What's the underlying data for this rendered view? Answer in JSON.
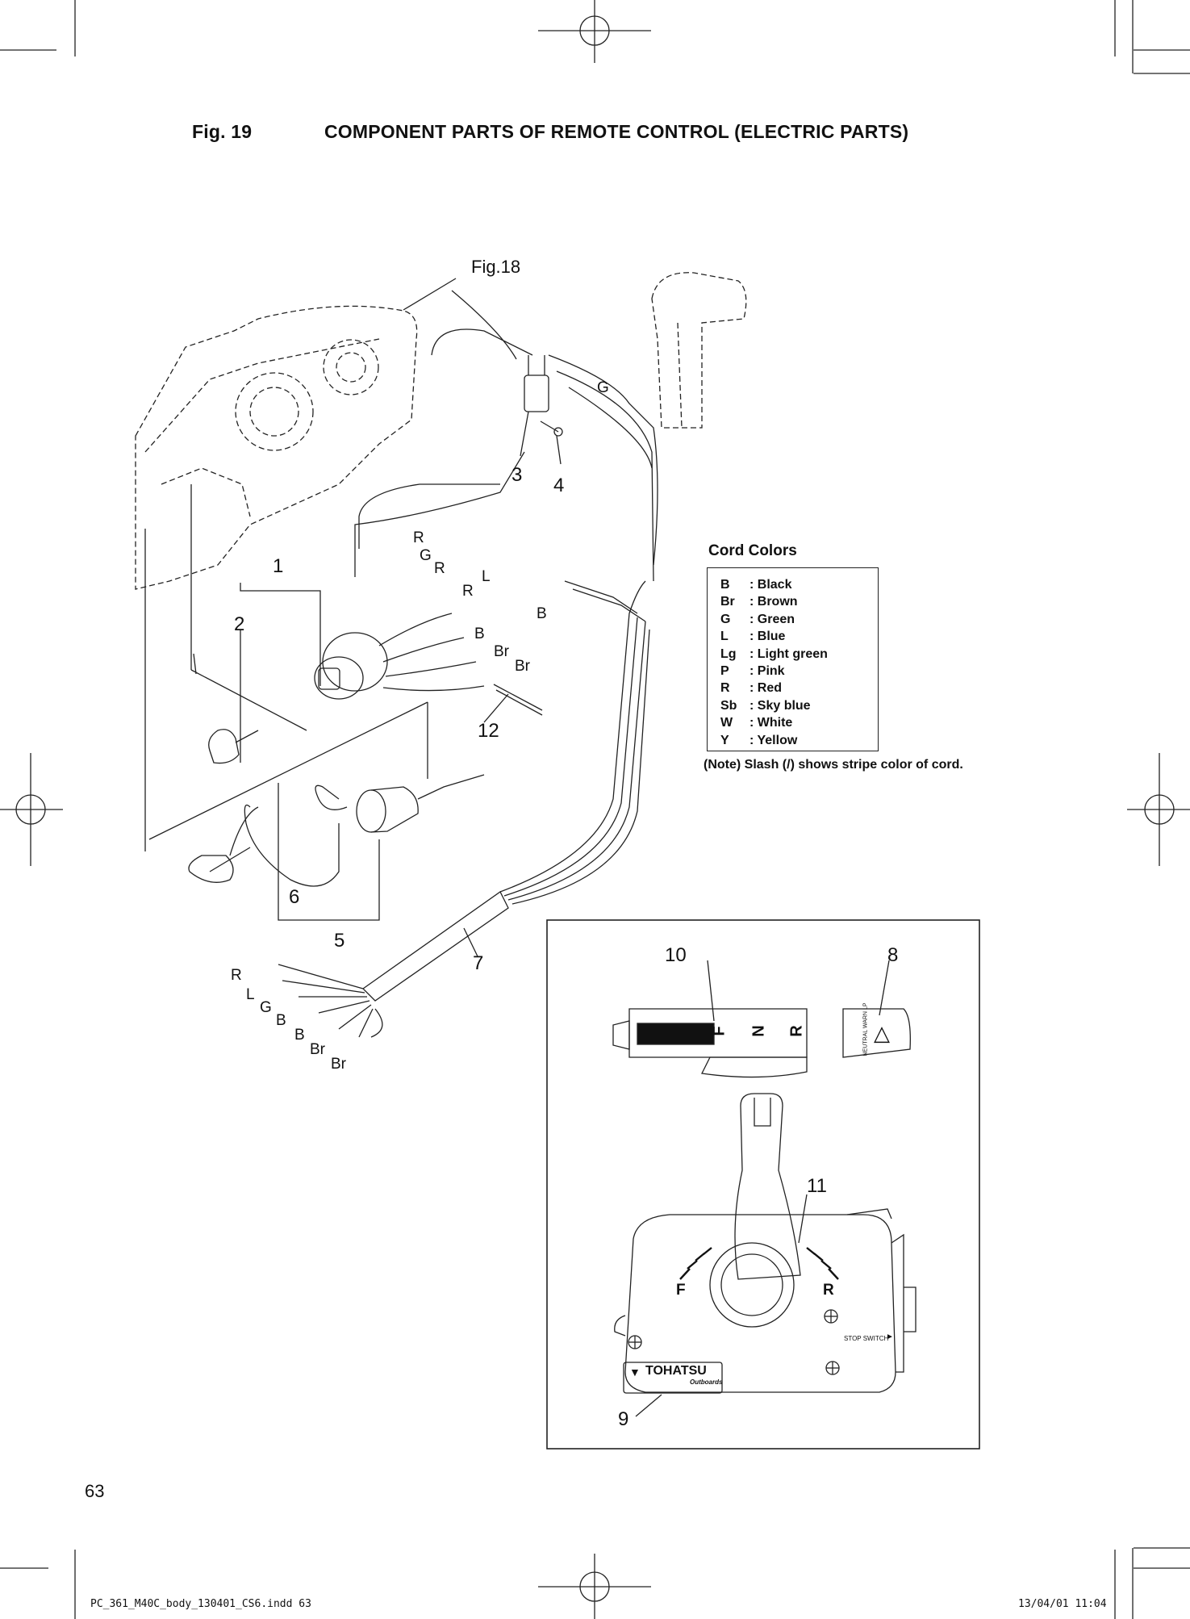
{
  "header": {
    "fig_number": "Fig. 19",
    "fig_title": "COMPONENT PARTS OF REMOTE CONTROL (ELECTRIC PARTS)"
  },
  "diagram": {
    "reference": "Fig.18",
    "callouts": [
      "1",
      "2",
      "3",
      "4",
      "5",
      "6",
      "7",
      "8",
      "9",
      "10",
      "11",
      "12"
    ],
    "wire_labels_upper": [
      "G",
      "R",
      "G",
      "R",
      "R",
      "L",
      "B",
      "B",
      "Br",
      "Br"
    ],
    "wire_labels_lower": [
      "R",
      "L",
      "G",
      "B",
      "B",
      "Br",
      "Br"
    ]
  },
  "cord_colors": {
    "title": "Cord Colors",
    "items": [
      {
        "code": "B",
        "name": ": Black"
      },
      {
        "code": "Br",
        "name": ": Brown"
      },
      {
        "code": "G",
        "name": ": Green"
      },
      {
        "code": "L",
        "name": ": Blue"
      },
      {
        "code": "Lg",
        "name": ": Light green"
      },
      {
        "code": "P",
        "name": ": Pink"
      },
      {
        "code": "R",
        "name": ": Red"
      },
      {
        "code": "Sb",
        "name": ": Sky blue"
      },
      {
        "code": "W",
        "name": ": White"
      },
      {
        "code": "Y",
        "name": ": Yellow"
      }
    ],
    "note": "(Note) Slash (/) shows stripe color of cord."
  },
  "control_box": {
    "indicator": {
      "f": "F",
      "n": "N",
      "r": "R"
    },
    "dial": {
      "f": "F",
      "r": "R"
    },
    "stop_switch": "STOP SWITCH",
    "brand": "TOHATSU",
    "brand_sub": "Outboards",
    "warning": "NEUTRAL WARN LP"
  },
  "footer": {
    "page_number": "63",
    "file": "PC_361_M40C_body_130401_CS6.indd   63",
    "timestamp": "13/04/01   11:04"
  }
}
